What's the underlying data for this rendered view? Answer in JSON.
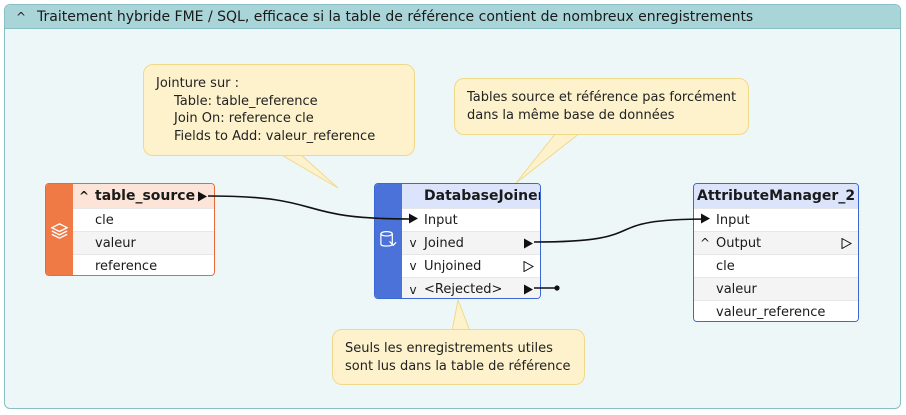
{
  "bookmark": {
    "title": "Traitement hybride FME / SQL, efficace si la table de référence contient de nombreux enregistrements",
    "collapse_glyph": "^",
    "color": "#a9d5d9"
  },
  "annotations": {
    "jointure": {
      "line1": "Jointure sur :",
      "line2": "Table: table_reference",
      "line3": "Join On: reference cle",
      "line4": "Fields to Add: valeur_reference"
    },
    "tables": {
      "line1": "Tables source et référence pas forcément",
      "line2": "dans la même base de données"
    },
    "seuls": {
      "line1": "Seuls les enregistrements utiles",
      "line2": "sont lus dans la table de référence"
    }
  },
  "table_source": {
    "name": "table_source",
    "expand_glyph": "^",
    "attributes": [
      "cle",
      "valeur",
      "reference"
    ],
    "icon": "layers-icon",
    "color": "#f07a46"
  },
  "database_joiner": {
    "name": "DatabaseJoiner",
    "icon": "database-icon",
    "color": "#4a72d8",
    "input_port": "Input",
    "output_ports": [
      {
        "label": "Joined",
        "glyph": "v"
      },
      {
        "label": "Unjoined",
        "glyph": "v"
      },
      {
        "label": "<Rejected>",
        "glyph": "v"
      }
    ]
  },
  "attribute_manager": {
    "name": "AttributeManager_2",
    "input_port": "Input",
    "output_port": "Output",
    "output_glyph": "^",
    "attributes": [
      "cle",
      "valeur",
      "valeur_reference"
    ]
  }
}
